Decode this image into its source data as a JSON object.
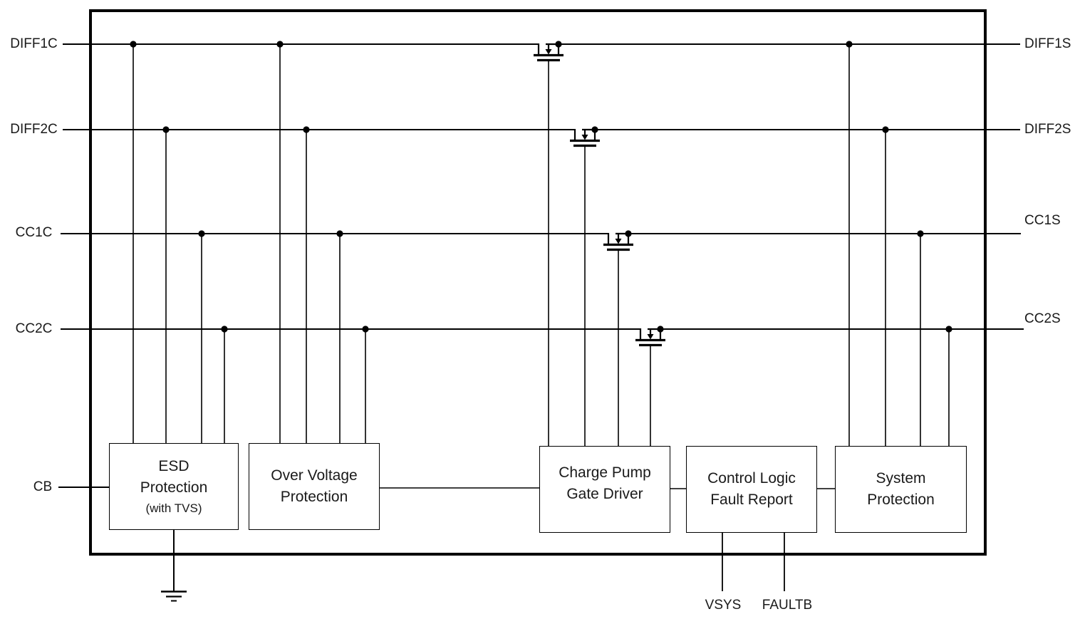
{
  "diagram": {
    "bg_color": "#ffffff",
    "line_color": "#000000",
    "text_color": "#1a1a1a",
    "pins": {
      "left": [
        "DIFF1C",
        "DIFF2C",
        "CC1C",
        "CC2C"
      ],
      "right": [
        "DIFF1S",
        "DIFF2S",
        "CC1S",
        "CC2S"
      ],
      "cb": "CB",
      "bottom": [
        "VSYS",
        "FAULTB"
      ]
    },
    "blocks": [
      {
        "label_lines": [
          "ESD",
          "Protection"
        ],
        "sub_label": "(with TVS)"
      },
      {
        "label_lines": [
          "Over Voltage",
          "Protection"
        ]
      },
      {
        "label_lines": [
          "Charge Pump",
          "Gate Driver"
        ]
      },
      {
        "label_lines": [
          "Control Logic",
          "Fault Report"
        ]
      },
      {
        "label_lines": [
          "System",
          "Protection"
        ]
      }
    ]
  }
}
